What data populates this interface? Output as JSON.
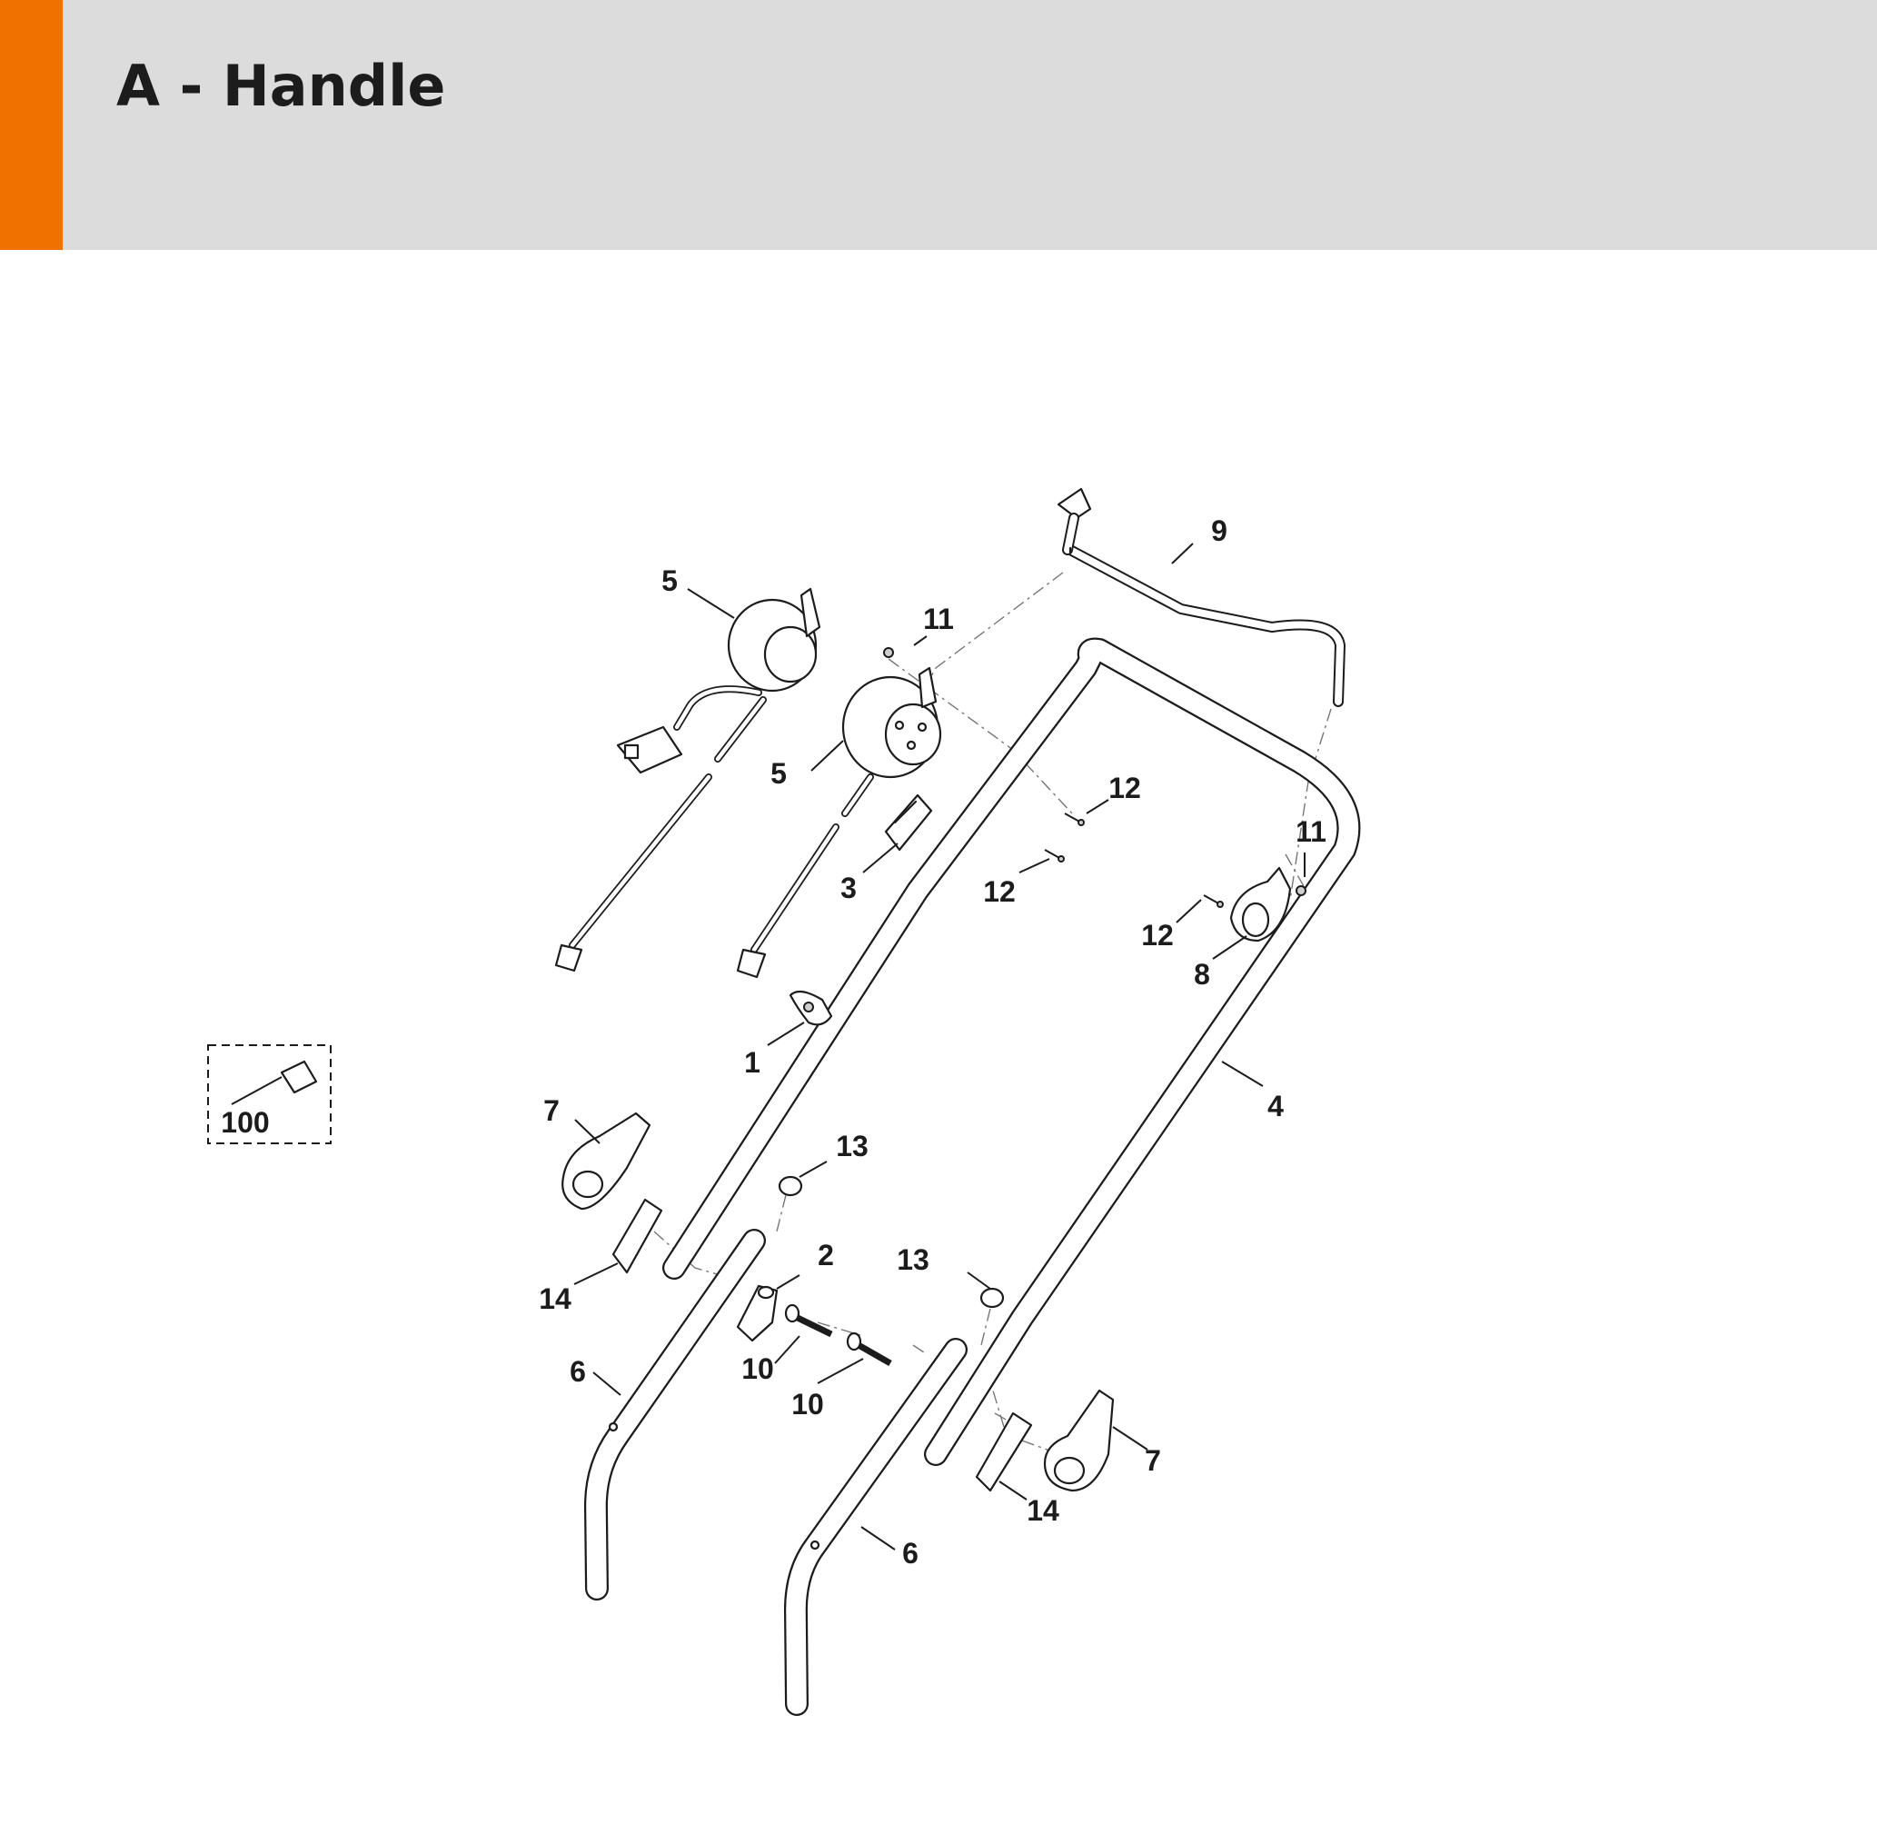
{
  "header": {
    "title": "A - Handle",
    "accent_color": "#f07000",
    "background_color": "#dbdcdb"
  },
  "diagram": {
    "callouts": [
      {
        "id": "c5a",
        "label": "5"
      },
      {
        "id": "c5b",
        "label": "5"
      },
      {
        "id": "c9",
        "label": "9"
      },
      {
        "id": "c11a",
        "label": "11"
      },
      {
        "id": "c11b",
        "label": "11"
      },
      {
        "id": "c12a",
        "label": "12"
      },
      {
        "id": "c12b",
        "label": "12"
      },
      {
        "id": "c12c",
        "label": "12"
      },
      {
        "id": "c3",
        "label": "3"
      },
      {
        "id": "c8",
        "label": "8"
      },
      {
        "id": "c1",
        "label": "1"
      },
      {
        "id": "c4",
        "label": "4"
      },
      {
        "id": "c100",
        "label": "100"
      },
      {
        "id": "c7a",
        "label": "7"
      },
      {
        "id": "c7b",
        "label": "7"
      },
      {
        "id": "c13a",
        "label": "13"
      },
      {
        "id": "c13b",
        "label": "13"
      },
      {
        "id": "c2",
        "label": "2"
      },
      {
        "id": "c14a",
        "label": "14"
      },
      {
        "id": "c14b",
        "label": "14"
      },
      {
        "id": "c10a",
        "label": "10"
      },
      {
        "id": "c10b",
        "label": "10"
      },
      {
        "id": "c6a",
        "label": "6"
      },
      {
        "id": "c6b",
        "label": "6"
      }
    ]
  }
}
